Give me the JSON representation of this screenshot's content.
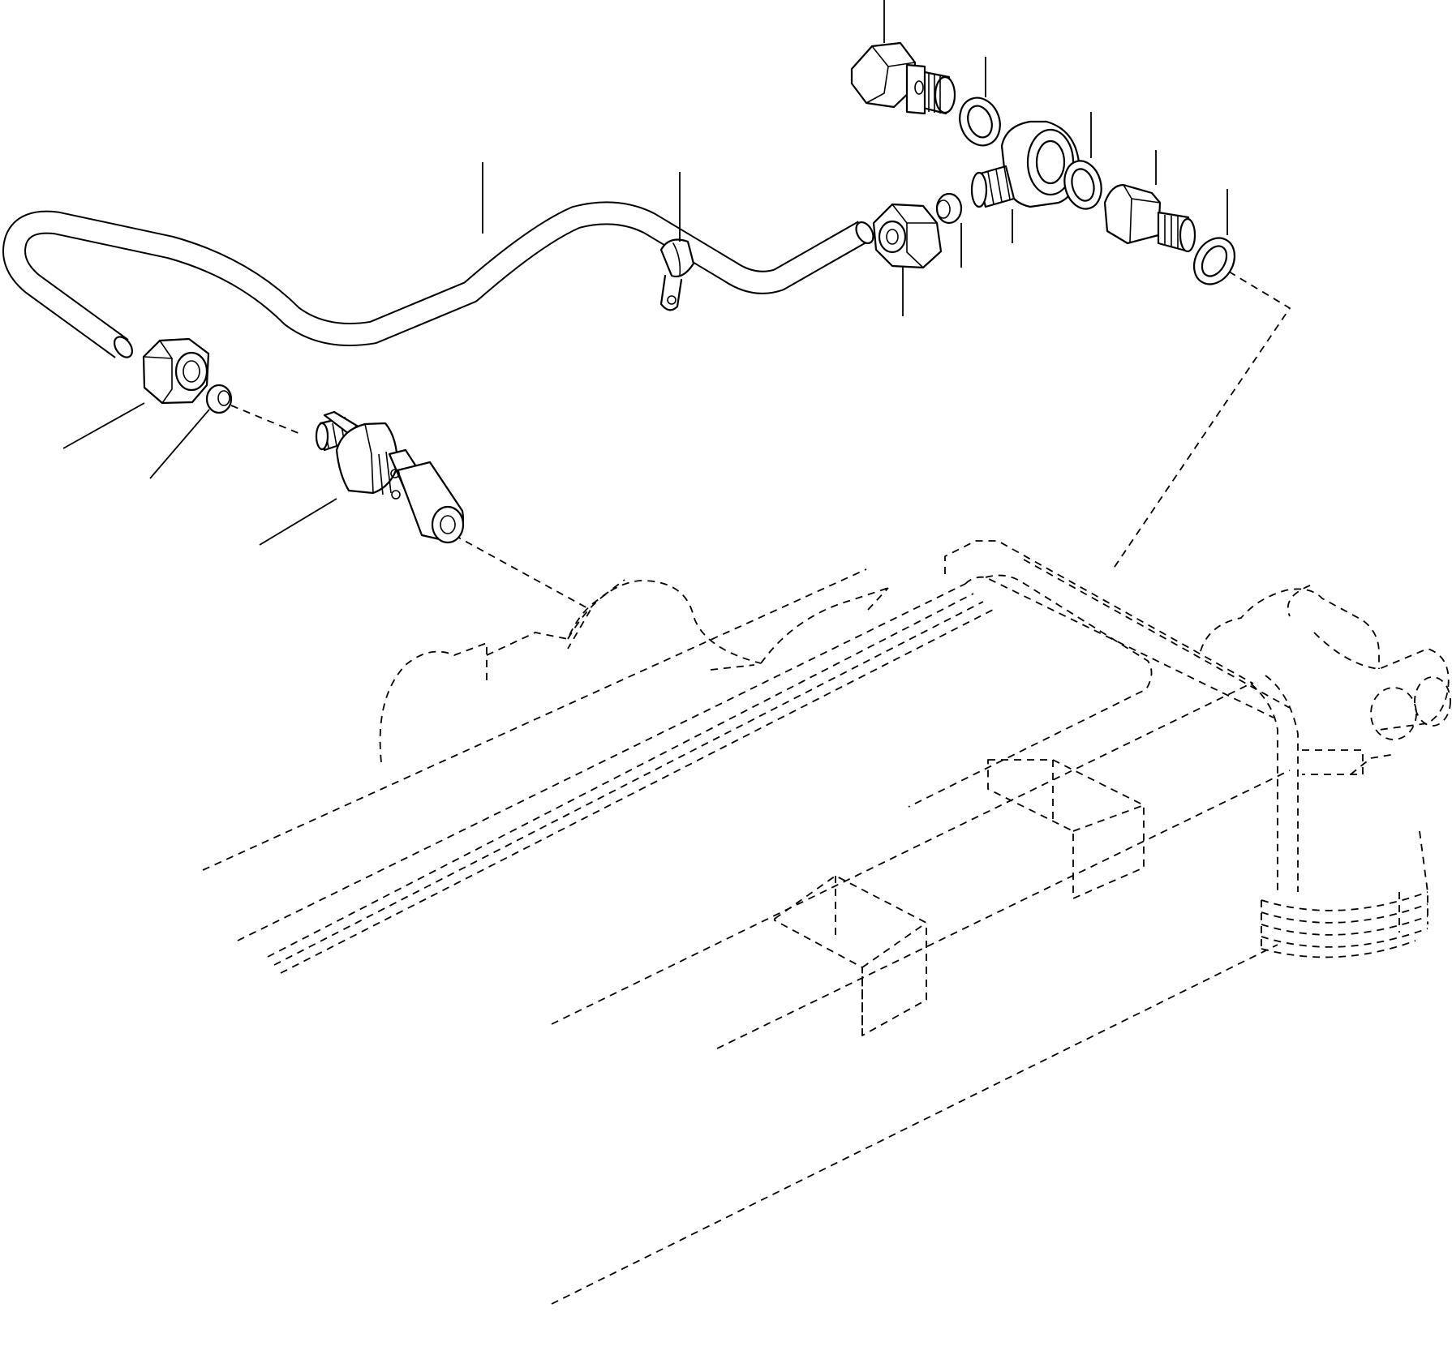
{
  "figure": {
    "background_color": "#ffffff",
    "line_color": "#000000",
    "callout_labels": []
  },
  "parts": [
    {
      "name": "banjo-bolt"
    },
    {
      "name": "sealing-washer-upper"
    },
    {
      "name": "banjo-fitting"
    },
    {
      "name": "sealing-washer-middle"
    },
    {
      "name": "adapter-connector"
    },
    {
      "name": "sealing-washer-lower"
    },
    {
      "name": "fuel-pipe"
    },
    {
      "name": "pipe-clip"
    },
    {
      "name": "union-nut-right"
    },
    {
      "name": "olive-right"
    },
    {
      "name": "union-nut-left"
    },
    {
      "name": "olive-left"
    },
    {
      "name": "injector-nozzle"
    },
    {
      "name": "cylinder-head-phantom"
    }
  ]
}
